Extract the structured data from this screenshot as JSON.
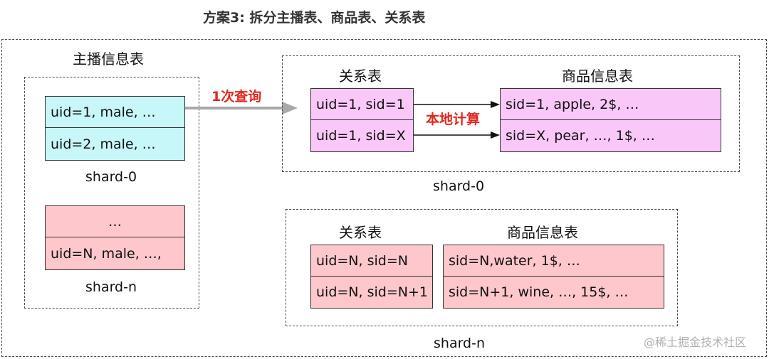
{
  "title": "方案3: 拆分主播表、商品表、关系表",
  "anchor": {
    "label": "主播信息表",
    "shard0_rows": [
      "uid=1, male, …",
      "uid=2, male, …"
    ],
    "shard0_label": "shard-0",
    "shardn_rows": [
      "…",
      "uid=N, male, …,"
    ],
    "shardn_label": "shard-n"
  },
  "query_label": "1次查询",
  "shard0": {
    "relation_label": "关系表",
    "relation_rows": [
      "uid=1, sid=1",
      "uid=1, sid=X"
    ],
    "product_label": "商品信息表",
    "product_rows": [
      "sid=1, apple, 2$, …",
      "sid=X, pear, …, 1$, …"
    ],
    "compute_label": "本地计算",
    "shard_label": "shard-0"
  },
  "shardn": {
    "relation_label": "关系表",
    "relation_rows": [
      "uid=N, sid=N",
      "uid=N, sid=N+1"
    ],
    "product_label": "商品信息表",
    "product_rows": [
      "sid=N,water, 1$, …",
      "sid=N+1, wine, …, 15$, …"
    ],
    "shard_label": "shard-n"
  },
  "watermark": "@稀土掘金技术社区",
  "colors": {
    "anchor_fill": "#c8f7f9",
    "anchor_n_fill": "#fdc7cb",
    "relation_fill": "#f9c8f8",
    "product_fill": "#f9c8f8",
    "shardn_fill": "#fdc7cb",
    "highlight_text": "#e0271e",
    "query_arrow": "#a8a8a8"
  }
}
